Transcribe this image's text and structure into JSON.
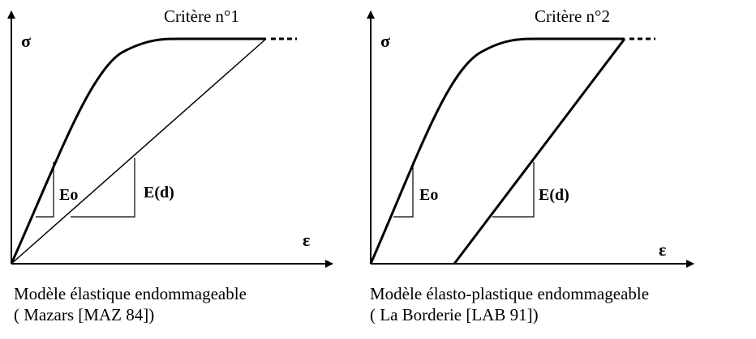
{
  "panels": [
    {
      "criterion": "Critère n°1",
      "y_axis_symbol": "σ",
      "x_axis_symbol": "ε",
      "initial_modulus_label": "Eo",
      "damaged_modulus_label": "E(d)",
      "caption_line1": "Modèle élastique endommageable",
      "caption_line2": "( Mazars [MAZ 84])"
    },
    {
      "criterion": "Critère n°2",
      "y_axis_symbol": "σ",
      "x_axis_symbol": "ε",
      "initial_modulus_label": "Eo",
      "damaged_modulus_label": "E(d)",
      "caption_line1": "Modèle élasto-plastique endommageable",
      "caption_line2": "( La Borderie [LAB 91])"
    }
  ]
}
